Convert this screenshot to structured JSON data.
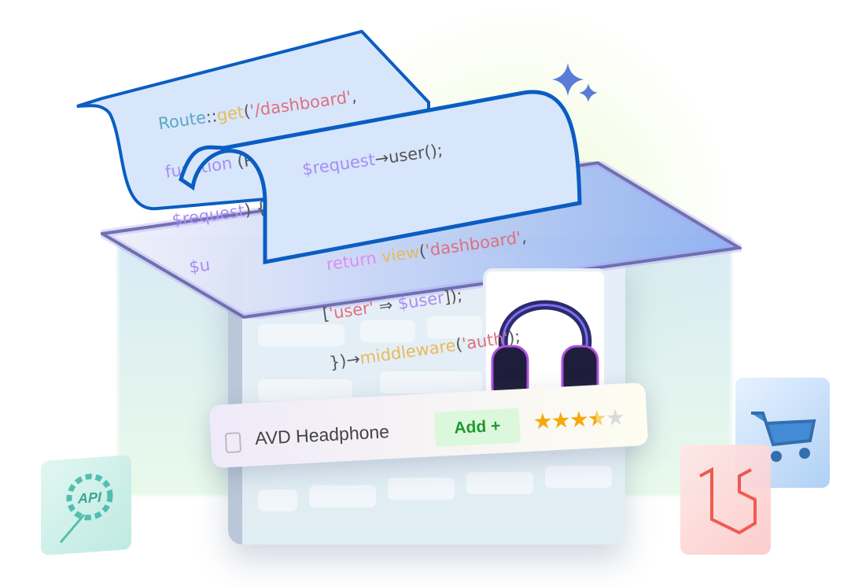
{
  "code_sheet_back": {
    "line1": [
      "Route",
      "::",
      "get",
      "(",
      "'/dashboard'",
      ","
    ],
    "line2": [
      "function",
      " (Request"
    ],
    "line3": [
      "$request",
      ") {"
    ],
    "line4": "$u"
  },
  "code_sheet_front": {
    "line1": [
      "$request",
      "→user();"
    ],
    "line2": [
      "return ",
      "view",
      "(",
      "'dashboard'",
      ","
    ],
    "line3": [
      "[",
      "'user'",
      " ⇒ ",
      "$user",
      "]);"
    ],
    "line4": [
      "})→",
      "middleware",
      "(",
      "'auth'",
      ");"
    ]
  },
  "product": {
    "name": "AVD Headphone",
    "add_label": "Add +",
    "rating": 3.5,
    "rating_max": 5,
    "image": "headphones"
  },
  "badges": {
    "api": "API",
    "laravel": "laravel-logo",
    "cart": "shopping-cart-icon"
  },
  "colors": {
    "sheet_border": "#0a5dc2",
    "add_bg": "#dcf8dc",
    "add_text": "#1e9a2c",
    "star": "#f5a90a",
    "star_empty": "#dadada"
  }
}
